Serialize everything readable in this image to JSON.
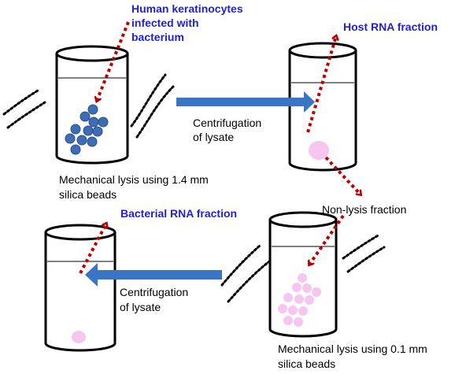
{
  "labels": {
    "infected_cells_line1": "Human keratinocytes",
    "infected_cells_line2": "infected with",
    "infected_cells_line3": "bacterium",
    "host_rna": "Host RNA fraction",
    "centrifugation_top_line1": "Centrifugation",
    "centrifugation_top_line2": "of lysate",
    "lysis_large_line1": "Mechanical lysis using 1.4 mm",
    "lysis_large_line2": "silica beads",
    "non_lysis": "Non-lysis fraction",
    "bacterial_rna": "Bacterial RNA fraction",
    "centrifugation_bottom_line1": "Centrifugation",
    "centrifugation_bottom_line2": "of lysate",
    "lysis_small_line1": "Mechanical lysis using 0.1 mm",
    "lysis_small_line2": "silica beads"
  },
  "colors": {
    "label_blue": "#1f1fd6",
    "process_arrow": "#3a74c4",
    "pointer_dotted": "#c00000",
    "cell_beads": "#3d6db5",
    "pink_beads": "#f7c6ee",
    "tube_outline": "#000000"
  },
  "icons": [
    "tube-1-icon",
    "tube-2-icon",
    "tube-3-icon",
    "tube-4-icon",
    "shake-lines-icon"
  ]
}
